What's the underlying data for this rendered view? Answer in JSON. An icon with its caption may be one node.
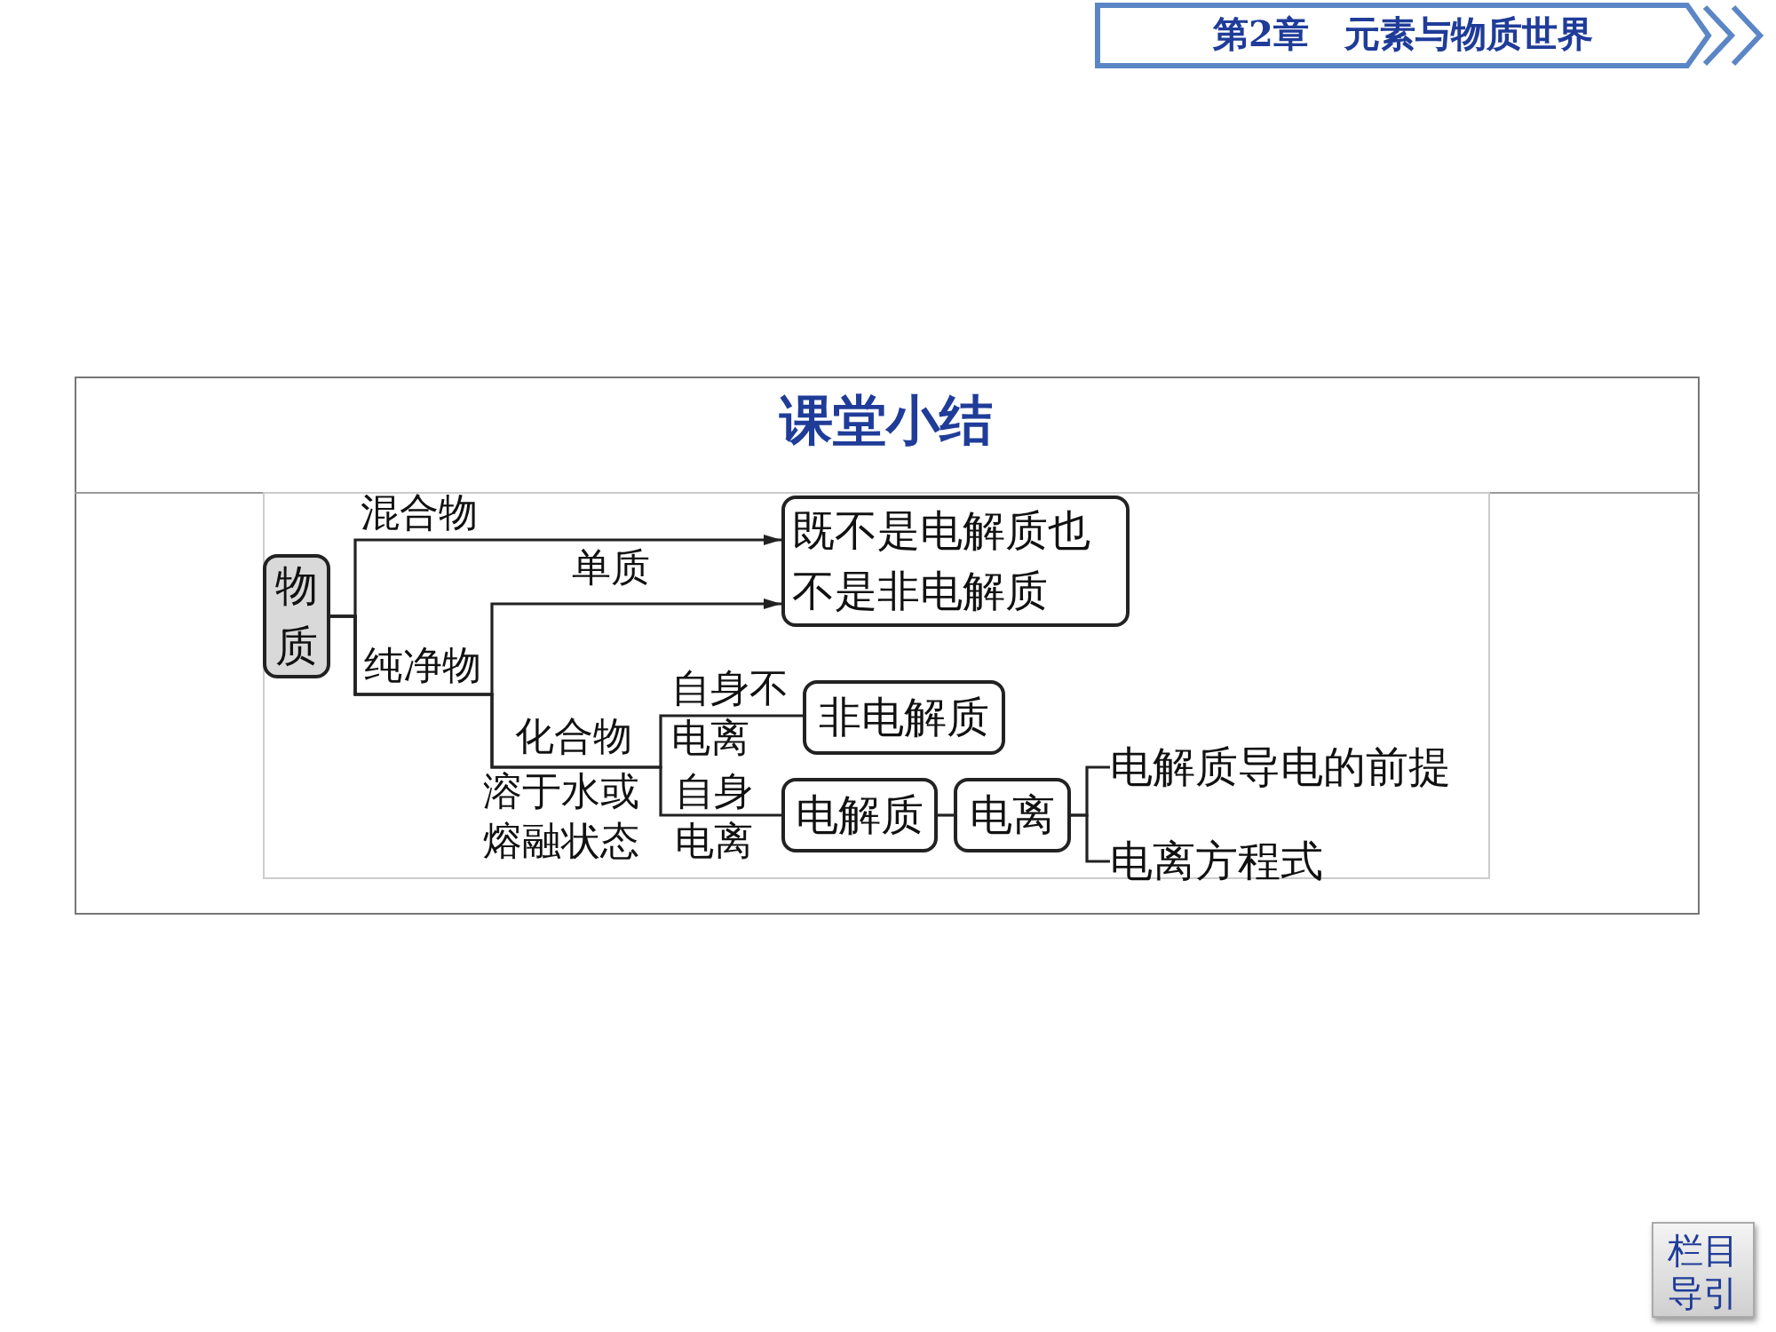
{
  "diagram": {
    "title": "课堂小结",
    "nodes": [
      {
        "text": [
          "物质"
        ]
      },
      {
        "text": [
          "既不是电解质也不是非电解质"
        ]
      },
      {
        "text": [
          "非电解质"
        ]
      },
      {
        "text": [
          "电解质"
        ]
      },
      {
        "text": [
          "电离"
        ]
      },
      {
        "text": [
          "电解质导电的前提"
        ]
      },
      {
        "text": [
          "电离方程式"
        ]
      }
    ],
    "edges": [
      {
        "from": 0,
        "to": 1,
        "arrow": "to",
        "label": "混合物"
      },
      {
        "from": 0,
        "to": 1,
        "arrow": "to",
        "label": "单质"
      },
      {
        "from": 0,
        "to": 2,
        "arrow": "none",
        "label": "自身不电离"
      },
      {
        "from": 0,
        "to": 3,
        "arrow": "none",
        "label": "自身电离"
      },
      {
        "from": 3,
        "to": 4,
        "arrow": "none"
      },
      {
        "from": 4,
        "to": 5,
        "arrow": "none"
      },
      {
        "from": 4,
        "to": 6,
        "arrow": "none"
      }
    ],
    "labels": [
      "第2章　元素与物质世界",
      "纯净物",
      "化合物",
      "溶于水或熔融状态",
      "栏目导引"
    ]
  }
}
